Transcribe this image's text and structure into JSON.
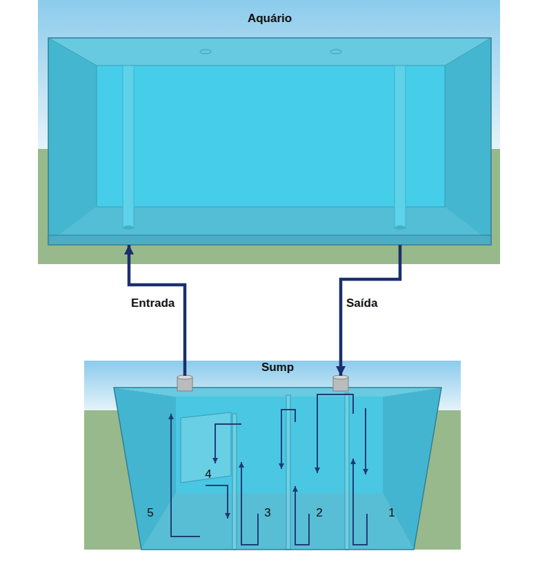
{
  "diagram": {
    "nodes": [
      {
        "text": [
          "Aquário"
        ]
      },
      {
        "text": [
          "Sump"
        ]
      }
    ],
    "edges": [
      {
        "from": 1,
        "to": 0,
        "label": "Entrada",
        "arrow": "to"
      },
      {
        "from": 0,
        "to": 1,
        "label": "Saída",
        "arrow": "to"
      }
    ],
    "labels": [
      "4",
      "5",
      "3",
      "2",
      "1"
    ]
  }
}
